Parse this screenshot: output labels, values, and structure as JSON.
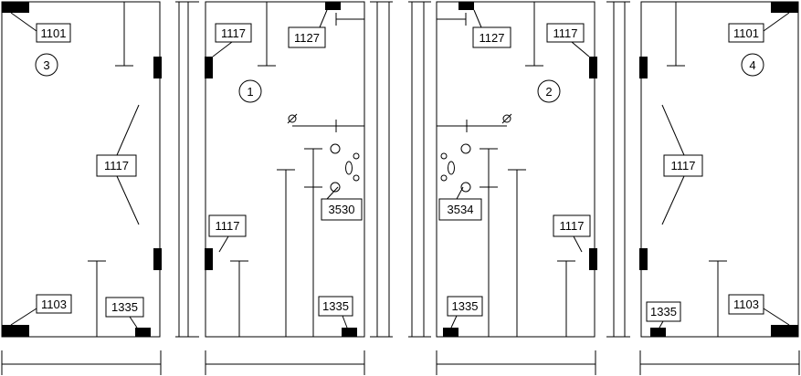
{
  "panels": [
    {
      "number": "3",
      "labels": [
        "1101",
        "1117",
        "1103",
        "1335"
      ]
    },
    {
      "number": "1",
      "labels": [
        "1117",
        "1127",
        "3530",
        "1117",
        "1335"
      ]
    },
    {
      "number": "2",
      "labels": [
        "1127",
        "1117",
        "3534",
        "1117",
        "1335"
      ]
    },
    {
      "number": "4",
      "labels": [
        "1101",
        "1117",
        "1335",
        "1103"
      ]
    }
  ],
  "colors": {
    "line": "#000000",
    "background": "#ffffff"
  }
}
